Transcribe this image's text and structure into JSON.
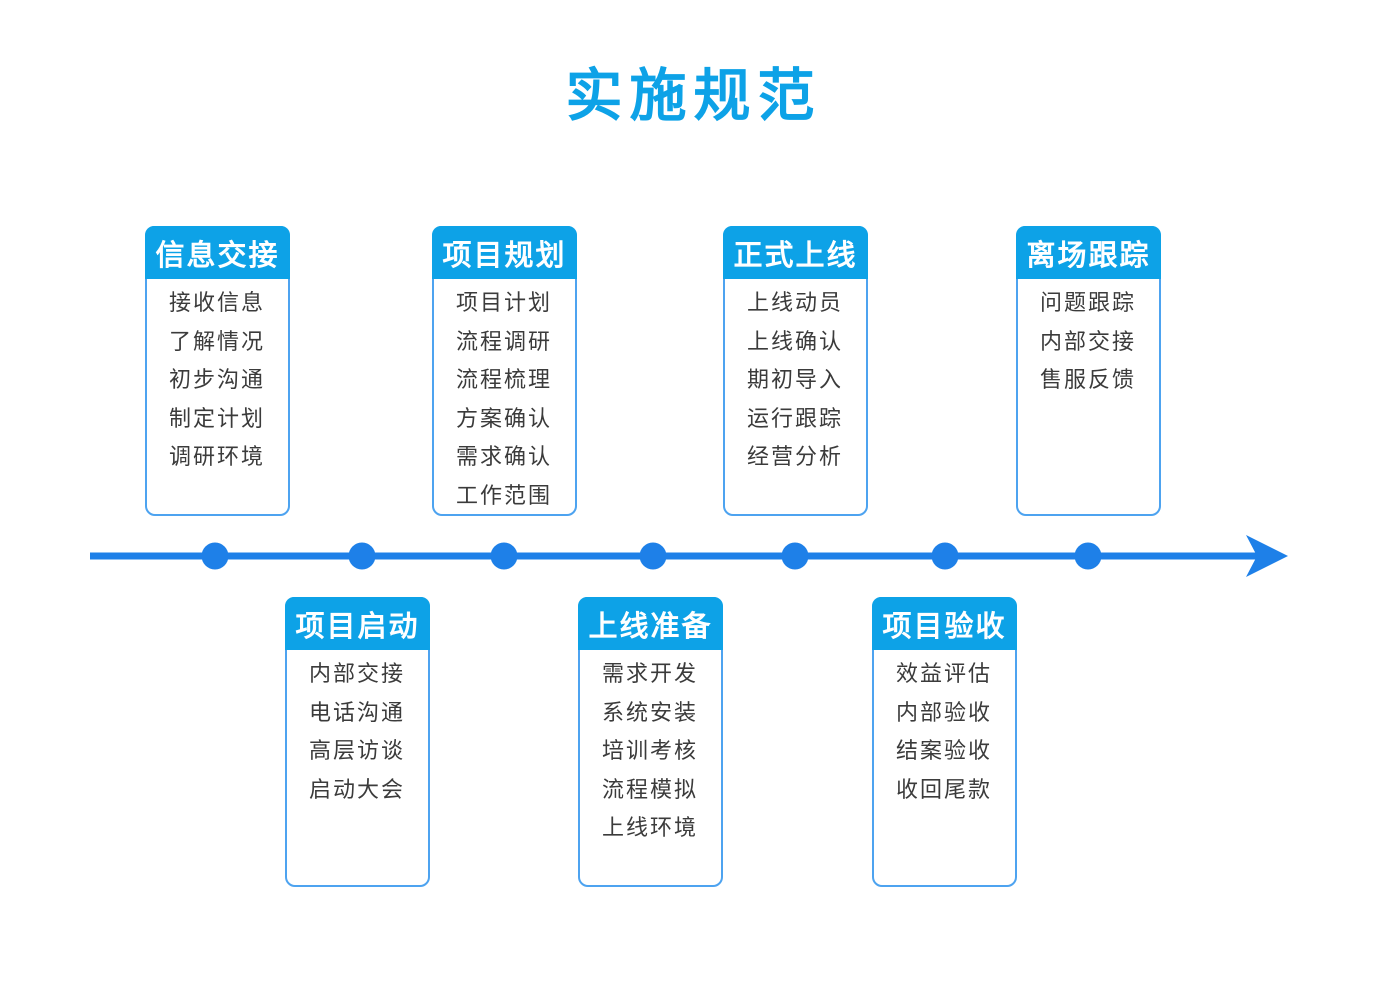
{
  "title": "实施规范",
  "colors": {
    "accent": "#0DA2E7",
    "timeline": "#1E80E8",
    "border": "#4DA3F0",
    "item_text": "#3B3B3B"
  },
  "timeline": {
    "dot_count": 7,
    "direction": "left-to-right"
  },
  "stages": [
    {
      "label": "信息交接",
      "position": "top",
      "items": [
        "接收信息",
        "了解情况",
        "初步沟通",
        "制定计划",
        "调研环境"
      ]
    },
    {
      "label": "项目启动",
      "position": "bottom",
      "items": [
        "内部交接",
        "电话沟通",
        "高层访谈",
        "启动大会"
      ]
    },
    {
      "label": "项目规划",
      "position": "top",
      "items": [
        "项目计划",
        "流程调研",
        "流程梳理",
        "方案确认",
        "需求确认",
        "工作范围"
      ]
    },
    {
      "label": "上线准备",
      "position": "bottom",
      "items": [
        "需求开发",
        "系统安装",
        "培训考核",
        "流程模拟",
        "上线环境"
      ]
    },
    {
      "label": "正式上线",
      "position": "top",
      "items": [
        "上线动员",
        "上线确认",
        "期初导入",
        "运行跟踪",
        "经营分析"
      ]
    },
    {
      "label": "项目验收",
      "position": "bottom",
      "items": [
        "效益评估",
        "内部验收",
        "结案验收",
        "收回尾款"
      ]
    },
    {
      "label": "离场跟踪",
      "position": "top",
      "items": [
        "问题跟踪",
        "内部交接",
        "售服反馈"
      ]
    }
  ]
}
